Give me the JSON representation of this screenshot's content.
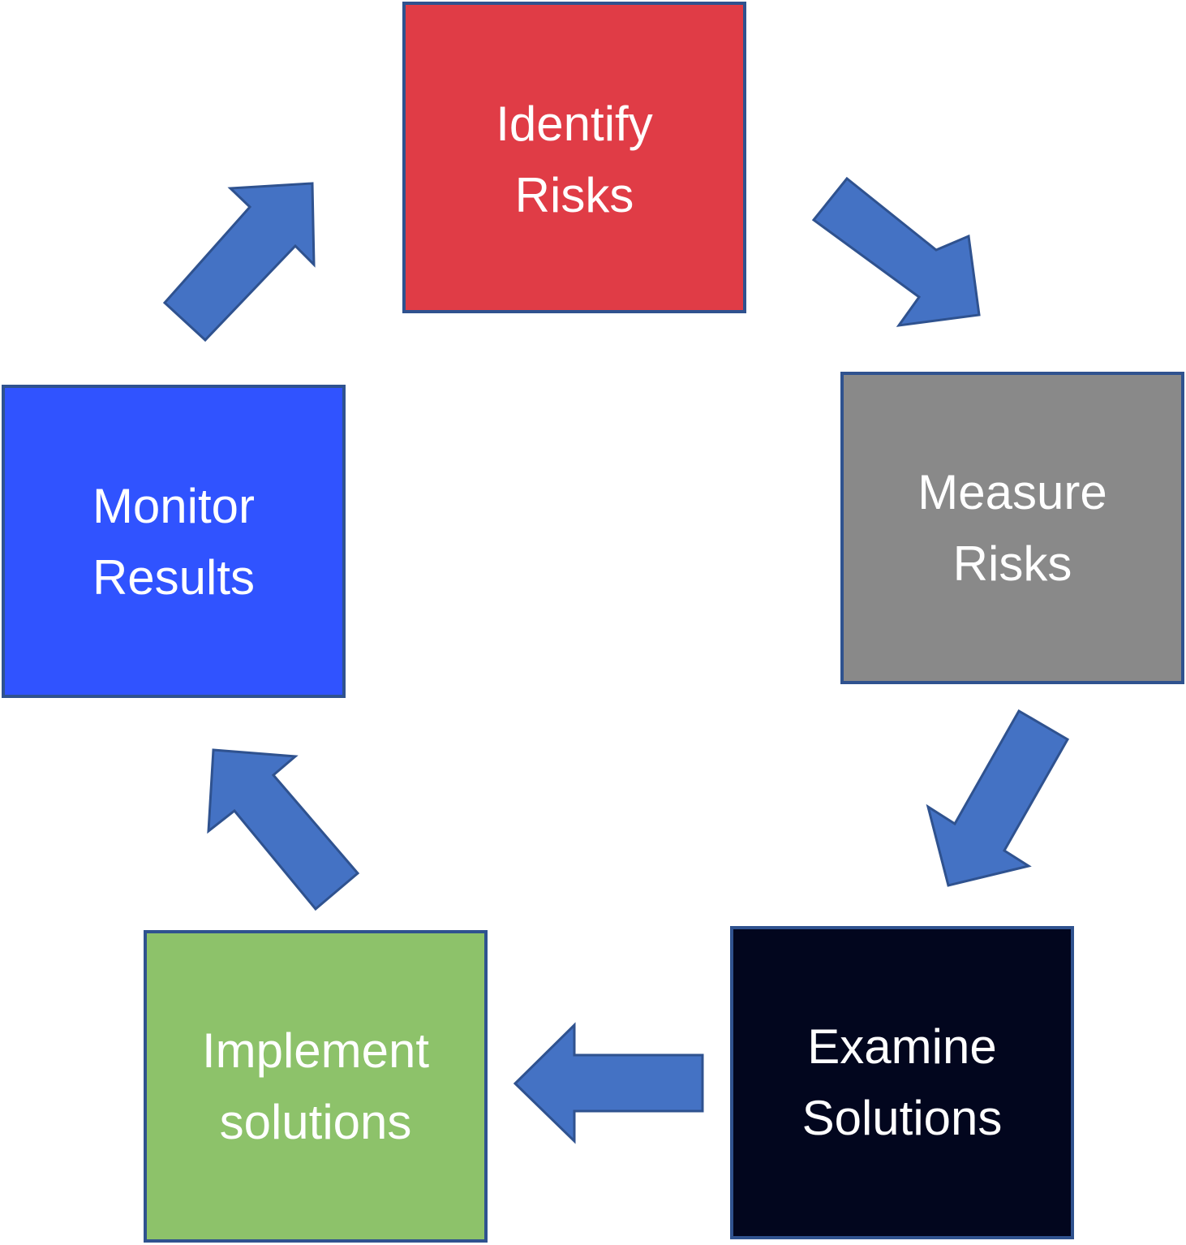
{
  "colors": {
    "arrow_fill": "#4472C4",
    "border": "#2F528F"
  },
  "steps": [
    {
      "line1": "Identify",
      "line2": "Risks",
      "color": "#E03C46"
    },
    {
      "line1": "Measure",
      "line2": "Risks",
      "color": "#898989"
    },
    {
      "line1": "Examine",
      "line2": "Solutions",
      "color": "#02061E"
    },
    {
      "line1": "Implement",
      "line2": "solutions",
      "color": "#8DC26A"
    },
    {
      "line1": "Monitor",
      "line2": "Results",
      "color": "#3053FF"
    }
  ]
}
